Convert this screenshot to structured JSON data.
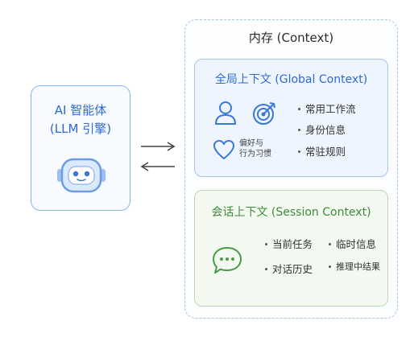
{
  "ai_engine": {
    "title": "AI 智能体",
    "subtitle": "(LLM 引擎)"
  },
  "memory": {
    "title": "内存 (Context)",
    "global": {
      "title": "全局上下文 (Global Context)",
      "heart_label_line1": "偏好与",
      "heart_label_line2": "行为习惯",
      "items": [
        "常用工作流",
        "身份信息",
        "常驻规则"
      ]
    },
    "session": {
      "title": "会话上下文 (Session Context)",
      "items": [
        "当前任务",
        "临时信息",
        "对话历史",
        "推理中结果"
      ]
    }
  },
  "colors": {
    "blue_accent": "#2f6ad0",
    "green_accent": "#3e8a3a",
    "global_bg": "#eef5ff",
    "session_bg": "#f3f9f0"
  }
}
